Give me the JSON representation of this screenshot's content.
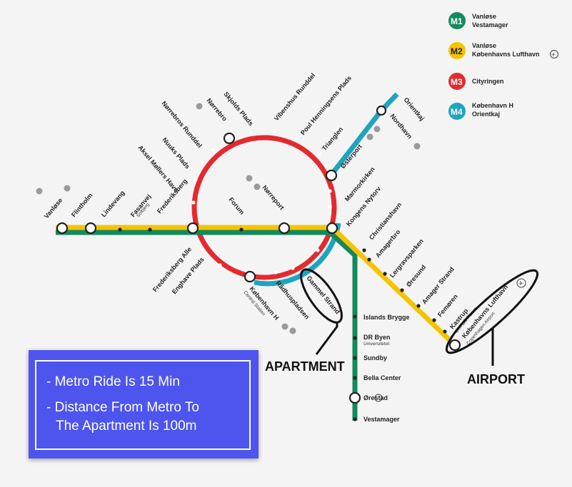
{
  "legend": [
    {
      "badge": "M1",
      "color": "#138a5e",
      "text_color": "#ffffff",
      "line1": "Vanløse",
      "line2": "Vestamager",
      "airport": false
    },
    {
      "badge": "M2",
      "color": "#f5c400",
      "text_color": "#222222",
      "line1": "Vanløse",
      "line2": "Københavns Lufthavn",
      "airport": true
    },
    {
      "badge": "M3",
      "color": "#e42a2e",
      "text_color": "#ffffff",
      "line1": "Cityringen",
      "line2": "",
      "airport": false
    },
    {
      "badge": "M4",
      "color": "#1ea4be",
      "text_color": "#ffffff",
      "line1": "København H",
      "line2": "Orientkaj",
      "airport": false
    }
  ],
  "stations": {
    "vanlose": "Vanløse",
    "flintholm": "Flintholm",
    "lindevang": "Lindevang",
    "fasanvej": "Fasanvej",
    "fasanvej_sub": "Solbjerg",
    "frederiksberg": "Frederiksberg",
    "aksel_mollers_have": "Aksel Møllers Have",
    "nuuks_plads": "Nuuks Plads",
    "norrebros_runddel": "Nørrebros Runddel",
    "norrebro": "Nørrebro",
    "skjolds_plads": "Skjolds Plads",
    "vibenshus_runddel": "Vibenshus Runddel",
    "poul_henningsens_plads": "Poul Henningsens Plads",
    "trianglen": "Trianglen",
    "osterport": "Østerport",
    "nordhavn": "Nordhavn",
    "orientkaj": "Orientkaj",
    "marmorkirken": "Marmorkirken",
    "kongens_nytorv": "Kongens Nytorv",
    "forum": "Forum",
    "norreport": "Nørreport",
    "frederiksberg_alle": "Frederiksberg Alle",
    "enghave_plads": "Enghave Plads",
    "kobenhavn_h": "København H",
    "kobenhavn_h_sub": "Central Station",
    "radhuspladsen": "Rådhuspladsen",
    "gammel_strand": "Gammel Strand",
    "christianshavn": "Christianshavn",
    "amagerbro": "Amagerbro",
    "lergravsparken": "Lergravsparken",
    "oresund": "Øresund",
    "amager_strand": "Amager Strand",
    "femoren": "Femøren",
    "kastrup": "Kastrup",
    "kastrup_sub": "Den Blå Planet",
    "lufthavn": "Københavns Lufthavn",
    "lufthavn_sub": "Copenhagen Airport",
    "islands_brygge": "Islands Brygge",
    "dr_byen": "DR Byen",
    "dr_byen_sub": "Universitetet",
    "sundby": "Sundby",
    "bella_center": "Bella Center",
    "orestad": "Ørestad",
    "vestamager": "Vestamager"
  },
  "callouts": {
    "apartment": "APARTMENT",
    "airport": "AIRPORT"
  },
  "info": {
    "line1": "- Metro Ride Is 15 Min",
    "line2": "- Distance From Metro To",
    "line3": "The Apartment Is 100m"
  },
  "colors": {
    "m1": "#138a5e",
    "m2": "#f5c400",
    "m3": "#e42a2e",
    "m4": "#1ea4be",
    "info_box": "#4d55ee"
  }
}
